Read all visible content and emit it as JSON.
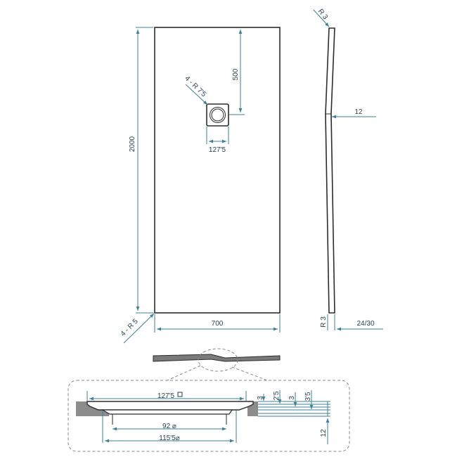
{
  "plan": {
    "width_label": "700",
    "height_label": "2000",
    "drain_offset_label": "500",
    "drain_size_label": "127'5",
    "drain_radius_label": "4 - R 7'5",
    "corner_radius_label": "4 - R 5"
  },
  "side": {
    "top_radius_label": "R 3",
    "slope_label": "12",
    "bottom_radius_label": "R 3",
    "thickness_label": "24/30"
  },
  "detail": {
    "drain_top_label": "127'5",
    "inner_diameter_label": "92 ⌀",
    "outer_diameter_label": "115'5⌀",
    "step1_label": "3",
    "step2_label": "2'5",
    "step3_label": "3",
    "step4_label": "3'5",
    "depth_label": "12"
  },
  "colors": {
    "dimension_line": "#3b7f99",
    "outline": "#2b2b2b",
    "substrate_grey": "#8c8c8c"
  }
}
